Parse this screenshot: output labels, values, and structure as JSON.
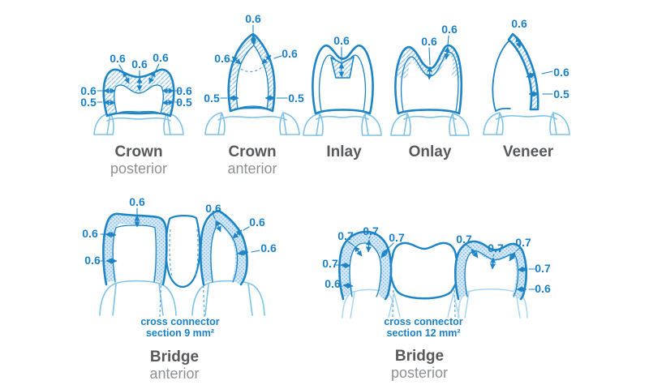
{
  "colors": {
    "outline_blue": "#1d84c6",
    "label_blue": "#1b80c5",
    "gum_blue": "#7ec2e8",
    "pale_blue": "#a9d6f0",
    "title_gray": "#58595b",
    "subtitle_gray": "#8e9093"
  },
  "diagrams": {
    "crown_posterior": {
      "title": "Crown",
      "subtitle": "posterior",
      "measurements": [
        "0.6",
        "0.6",
        "0.6",
        "0.6",
        "0.5",
        "0.6",
        "0.5"
      ]
    },
    "crown_anterior": {
      "title": "Crown",
      "subtitle": "anterior",
      "measurements": [
        "0.6",
        "0.6",
        "0.6",
        "0.5",
        "0.5"
      ]
    },
    "inlay": {
      "title": "Inlay",
      "measurements": [
        "0.6"
      ]
    },
    "onlay": {
      "title": "Onlay",
      "measurements": [
        "0.6",
        "0.6"
      ]
    },
    "veneer": {
      "title": "Veneer",
      "measurements": [
        "0.6",
        "0.6",
        "0.5"
      ]
    },
    "bridge_anterior": {
      "title": "Bridge",
      "subtitle": "anterior",
      "connector_line1": "cross connector",
      "connector_line2": "section 9 mm²",
      "measurements": [
        "0.6",
        "0.6",
        "0.6",
        "0.6",
        "0.6",
        "0.6"
      ]
    },
    "bridge_posterior": {
      "title": "Bridge",
      "subtitle": "posterior",
      "connector_line1": "cross connector",
      "connector_line2": "section 12 mm²",
      "measurements": [
        "0.7",
        "0.7",
        "0.7",
        "0.7",
        "0.6",
        "0.7",
        "0.7",
        "0.7",
        "0.7",
        "0.6"
      ]
    }
  }
}
